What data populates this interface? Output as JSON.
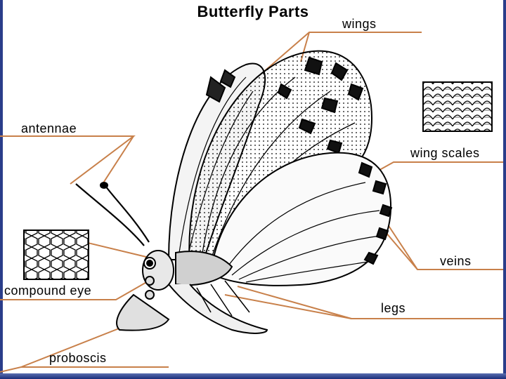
{
  "title": "Butterfly Parts",
  "labels": {
    "wings": "wings",
    "antennae": "antennae",
    "wing_scales": "wing scales",
    "compound_eye": "compound eye",
    "veins": "veins",
    "legs": "legs",
    "proboscis": "proboscis"
  },
  "colors": {
    "leader_line": "#c8804a",
    "frame": "#2a3d8a"
  }
}
